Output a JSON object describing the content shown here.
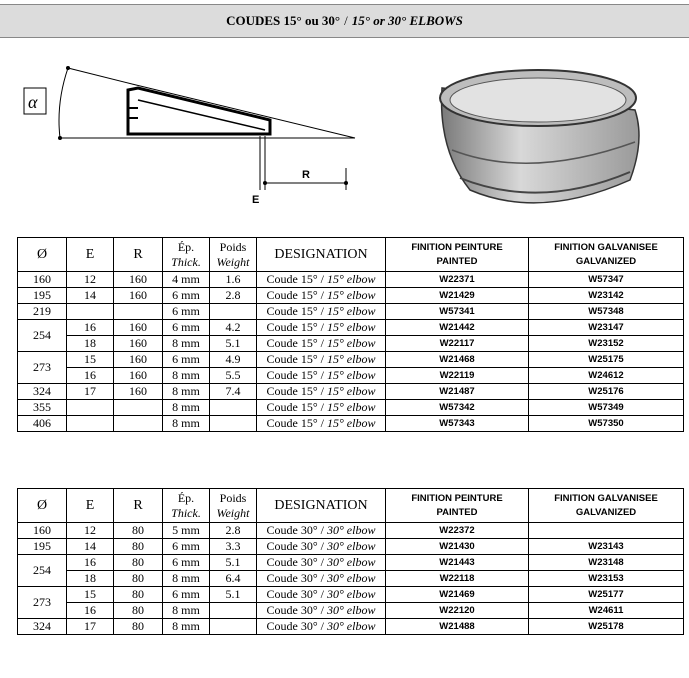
{
  "title": {
    "fr": "COUDES 15° ou 30°",
    "sep": "/",
    "en": "15° or 30° ELBOWS"
  },
  "diagram": {
    "alpha": "α",
    "r_label": "R",
    "e_label": "E"
  },
  "headers": {
    "diameter": "Ø",
    "e": "E",
    "r": "R",
    "thick_fr": "Ép.",
    "thick_en": "Thick.",
    "weight_fr": "Poids",
    "weight_en": "Weight",
    "designation": "DESIGNATION",
    "paint_fr": "FINITION PEINTURE",
    "paint_en": "PAINTED",
    "galv_fr": "FINITION GALVANISEE",
    "galv_en": "GALVANIZED"
  },
  "table15": [
    {
      "d": "160",
      "e": "12",
      "r": "160",
      "t": "4 mm",
      "w": "1.6",
      "des_fr": "Coude 15° /",
      "des_en": "15° elbow",
      "paint": "W22371",
      "galv": "W57347"
    },
    {
      "d": "195",
      "e": "14",
      "r": "160",
      "t": "6 mm",
      "w": "2.8",
      "des_fr": "Coude 15° /",
      "des_en": "15° elbow",
      "paint": "W21429",
      "galv": "W23142"
    },
    {
      "d": "219",
      "e": "",
      "r": "",
      "t": "6 mm",
      "w": "",
      "des_fr": "Coude 15° /",
      "des_en": "15° elbow",
      "paint": "W57341",
      "galv": "W57348"
    },
    {
      "d": "254",
      "e": "16",
      "r": "160",
      "t": "6 mm",
      "w": "4.2",
      "des_fr": "Coude 15° /",
      "des_en": "15° elbow",
      "paint": "W21442",
      "galv": "W23147"
    },
    {
      "d": "",
      "e": "18",
      "r": "160",
      "t": "8 mm",
      "w": "5.1",
      "des_fr": "Coude 15° /",
      "des_en": "15° elbow",
      "paint": "W22117",
      "galv": "W23152"
    },
    {
      "d": "273",
      "e": "15",
      "r": "160",
      "t": "6 mm",
      "w": "4.9",
      "des_fr": "Coude 15° /",
      "des_en": "15° elbow",
      "paint": "W21468",
      "galv": "W25175"
    },
    {
      "d": "",
      "e": "16",
      "r": "160",
      "t": "8 mm",
      "w": "5.5",
      "des_fr": "Coude 15° /",
      "des_en": "15° elbow",
      "paint": "W22119",
      "galv": "W24612"
    },
    {
      "d": "324",
      "e": "17",
      "r": "160",
      "t": "8 mm",
      "w": "7.4",
      "des_fr": "Coude 15° /",
      "des_en": "15° elbow",
      "paint": "W21487",
      "galv": "W25176"
    },
    {
      "d": "355",
      "e": "",
      "r": "",
      "t": "8 mm",
      "w": "",
      "des_fr": "Coude 15° /",
      "des_en": "15° elbow",
      "paint": "W57342",
      "galv": "W57349"
    },
    {
      "d": "406",
      "e": "",
      "r": "",
      "t": "8 mm",
      "w": "",
      "des_fr": "Coude 15° /",
      "des_en": "15° elbow",
      "paint": "W57343",
      "galv": "W57350"
    }
  ],
  "table30": [
    {
      "d": "160",
      "e": "12",
      "r": "80",
      "t": "5 mm",
      "w": "2.8",
      "des_fr": "Coude 30° /",
      "des_en": "30° elbow",
      "paint": "W22372",
      "galv": ""
    },
    {
      "d": "195",
      "e": "14",
      "r": "80",
      "t": "6 mm",
      "w": "3.3",
      "des_fr": "Coude 30° /",
      "des_en": "30° elbow",
      "paint": "W21430",
      "galv": "W23143"
    },
    {
      "d": "254",
      "e": "16",
      "r": "80",
      "t": "6 mm",
      "w": "5.1",
      "des_fr": "Coude 30° /",
      "des_en": "30° elbow",
      "paint": "W21443",
      "galv": "W23148"
    },
    {
      "d": "",
      "e": "18",
      "r": "80",
      "t": "8 mm",
      "w": "6.4",
      "des_fr": "Coude 30° /",
      "des_en": "30° elbow",
      "paint": "W22118",
      "galv": "W23153"
    },
    {
      "d": "273",
      "e": "15",
      "r": "80",
      "t": "6 mm",
      "w": "5.1",
      "des_fr": "Coude 30° /",
      "des_en": "30° elbow",
      "paint": "W21469",
      "galv": "W25177"
    },
    {
      "d": "",
      "e": "16",
      "r": "80",
      "t": "8 mm",
      "w": "",
      "des_fr": "Coude 30° /",
      "des_en": "30° elbow",
      "paint": "W22120",
      "galv": "W24611"
    },
    {
      "d": "324",
      "e": "17",
      "r": "80",
      "t": "8 mm",
      "w": "",
      "des_fr": "Coude 30° /",
      "des_en": "30° elbow",
      "paint": "W21488",
      "galv": "W25178"
    }
  ]
}
